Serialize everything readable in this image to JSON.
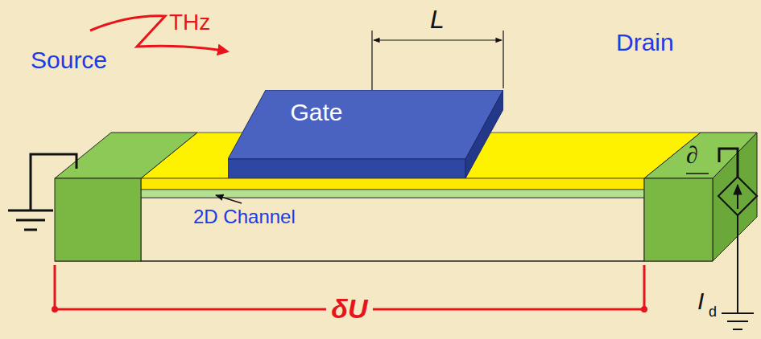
{
  "diagram": {
    "nodes": [
      {
        "text": [
          "Gate"
        ]
      }
    ],
    "labels": [
      "THz",
      "L",
      "Source",
      "Drain",
      "∂",
      "2D Channel",
      "I",
      "d",
      "δU"
    ]
  }
}
